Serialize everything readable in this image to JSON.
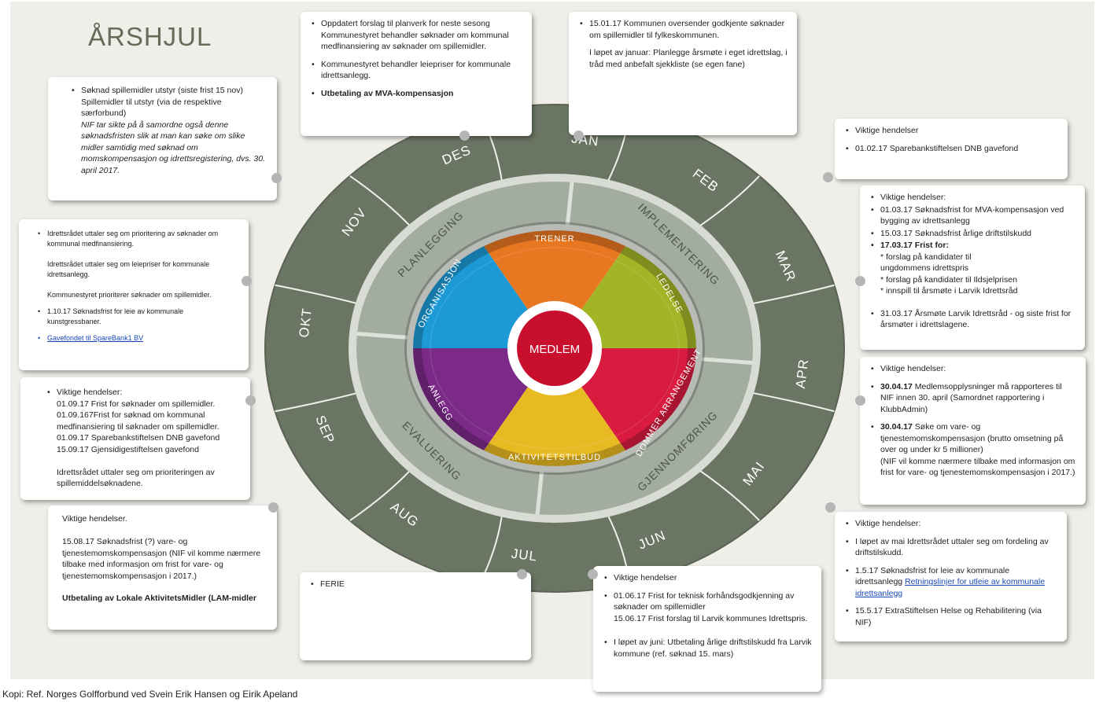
{
  "title": "ÅRSHJUL",
  "footer": "Kopi: Ref. Norges Golfforbund ved Svein Erik Hansen og Eirik Apeland",
  "colors": {
    "ring_dark": "#6b7564",
    "ring_mid": "#a3ad9f",
    "trener": "#e87722",
    "ledelse": "#a2b526",
    "dommer": "#d81b3e",
    "aktivitet": "#e7b922",
    "anlegg": "#7b2a88",
    "organisasjon": "#1d9ad6",
    "center": "#c8102e"
  },
  "wheel": {
    "center": "MEDLEM",
    "months": [
      "JAN",
      "FEB",
      "MAR",
      "APR",
      "MAI",
      "JUN",
      "JUL",
      "AUG",
      "SEP",
      "OKT",
      "NOV",
      "DES"
    ],
    "phases": [
      "PLANLEGGING",
      "IMPLEMENTERING",
      "GJENNOMFØRING",
      "EVALUERING"
    ],
    "segments": [
      "TRENER",
      "LEDELSE",
      "DOMMER ARRANGEMENT",
      "AKTIVITETSTILBUD",
      "ANLEGG",
      "ORGANISASJON"
    ]
  },
  "boxes": {
    "nov": {
      "line1": "Søknad spillemidler utstyr (siste frist 15 nov)\nSpillemidler til utstyr (via de respektive særforbund)",
      "line2": "NIF tar sikte på å samordne også denne søknadsfristen slik at man kan søke om slike midler samtidig med søknad om momskompensasjon og idrettsregistering, dvs. 30. april 2017."
    },
    "des": {
      "items": [
        "Oppdatert forslag til planverk for neste sesong\nKommunestyret behandler søknader om kommunal medfinansiering  av søknader om spillemidler.",
        "Kommunestyret behandler leiepriser for kommunale idrettsanlegg."
      ],
      "bold": "Utbetaling av MVA-kompensasjon"
    },
    "jan": {
      "item": "15.01.17 Kommunen oversender godkjente søknader om spillemidler til fylkeskommunen.",
      "note": "I løpet av januar: Planlegge årsmøte i eget idrettslag, i tråd med anbefalt sjekkliste (se egen fane)"
    },
    "feb": {
      "items": [
        "Viktige hendelser",
        "01.02.17 Sparebankstiftelsen DNB gavefond"
      ]
    },
    "mar": {
      "items": [
        "Viktige hendelser:",
        "01.03.17 Søknadsfrist for MVA-kompensasjon ved bygging av idrettsanlegg",
        "15.03.17 Søknadsfrist årlige driftstilskudd"
      ],
      "bold": "17.03.17 Frist for:",
      "subs": [
        "* forslag på kandidater til\n   ungdommens idrettspris",
        "* forslag på kandidater til Ildsjelprisen",
        "* innspill til årsmøte i Larvik Idrettsråd"
      ],
      "last": "31.03.17 Årsmøte Larvik Idrettsråd  - og siste frist for årsmøter i idrettslagene."
    },
    "okt": {
      "item1": "Idrettsrådet uttaler seg om prioritering av søknader om kommunal medfinansiering.\n\nIdrettsrådet uttaler seg om leiepriser for kommunale idrettsanlegg.\n\nKommunestyret prioriterer søknader om spillemidler.",
      "item2": "1.10.17 Søknadsfrist for leie av kommunale kunstgressbaner.",
      "link": "Gavefondet til SpareBank1 BV"
    },
    "apr": {
      "heading": "Viktige hendelser:",
      "item1_bold": "30.04.17",
      "item1": " Medlemsopplysninger må rapporteres til NIF innen 30. april (Samordnet rapportering i KlubbAdmin)",
      "item2_bold": "30.04.17",
      "item2": " Søke om vare- og tjenestemomskompensasjon (brutto omsetning på over og under kr 5 millioner)\n(NIF vil komme nærmere tilbake med informasjon om frist for vare- og tjenestemomskompensasjon i 2017.)"
    },
    "sep": {
      "text": "Viktige hendelser:\n01.09.17 Frist for søknader om spillemidler.\n01.09.167Frist for søknad om kommunal medfinansiering  til søknader om spillemidler.\n01.09.17 Sparebankstiftelsen DNB gavefond\n15.09.17 Gjensidigestiftelsen gavefond\n\nIdrettsrådet uttaler seg om prioriteringen av spillemiddelsøknadene."
    },
    "aug": {
      "text": "Viktige hendelser.\n\n15.08.17 Søknadsfrist (?) vare- og tjenestemomskompensasjon (NIF vil komme nærmere tilbake med informasjon om frist for vare- og tjenestemomskompensasjon i 2017.)",
      "bold": "Utbetaling av Lokale AktivitetsMidler (LAM-midler"
    },
    "jul": {
      "item": "FERIE"
    },
    "jun": {
      "items": [
        "Viktige hendelser",
        "01.06.17 Frist for teknisk forhåndsgodkjenning av søknader om spillemidler\n15.06.17 Frist forslag til Larvik kommunes Idrettspris.",
        "I løpet av juni: Utbetaling årlige driftstilskudd fra Larvik kommune (ref. søknad 15. mars)"
      ]
    },
    "mai": {
      "items": [
        "Viktige hendelser:",
        "I løpet av mai Idrettsrådet uttaler seg om fordeling av driftstilskudd."
      ],
      "item3": "1.5.17 Søknadsfrist for leie av kommunale idrettsanlegg  ",
      "link": "Retningslinjer for utleie av kommunale idrettsanlegg",
      "item4": "15.5.17 ExtraStiftelsen Helse og Rehabilitering (via NIF)"
    }
  }
}
